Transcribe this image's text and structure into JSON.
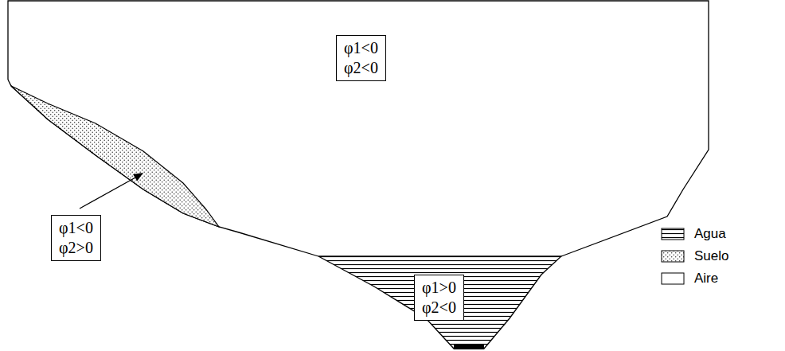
{
  "diagram": {
    "nodes": [
      {
        "text": [
          "φ1<0",
          "φ2<0"
        ]
      },
      {
        "text": [
          "φ1<0",
          "φ2>0"
        ]
      },
      {
        "text": [
          "φ1>0",
          "φ2<0"
        ]
      }
    ],
    "legend": [
      {
        "text": "Agua"
      },
      {
        "text": "Suelo"
      },
      {
        "text": "Aire",
        "color": "#ffffff"
      }
    ]
  }
}
